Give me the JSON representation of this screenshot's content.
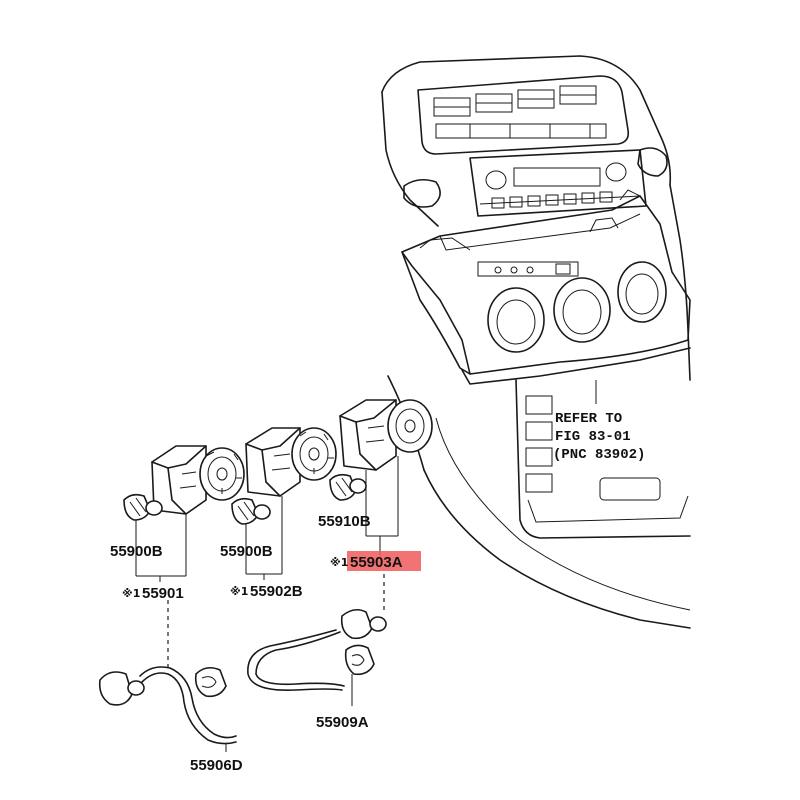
{
  "labels": {
    "refer_line1": "REFER TO",
    "refer_line2": "FIG 83-01",
    "refer_line3": "(PNC 83902)",
    "p55910B": "55910B",
    "p55903A": "55903A",
    "p55900B_left": "55900B",
    "p55900B_mid": "55900B",
    "p55901": "55901",
    "p55902B": "55902B",
    "p55909A": "55909A",
    "p55906D": "55906D"
  },
  "marks": {
    "m55903A": "※1",
    "m55901": "※1",
    "m55902B": "※1"
  },
  "colors": {
    "highlight": "#ef5a5a",
    "line": "#1a1a1a"
  }
}
